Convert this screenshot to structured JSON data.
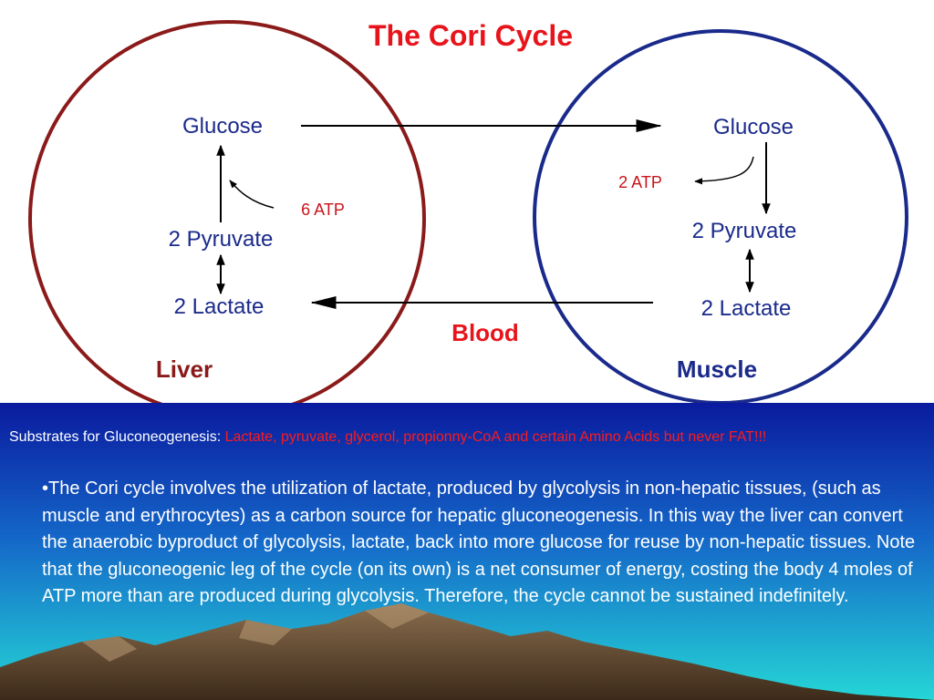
{
  "diagram": {
    "title": "The Cori Cycle",
    "liver": {
      "label": "Liver",
      "glucose": "Glucose",
      "atp": "6 ATP",
      "pyruvate": "2 Pyruvate",
      "lactate": "2 Lactate"
    },
    "muscle": {
      "label": "Muscle",
      "glucose": "Glucose",
      "atp": "2 ATP",
      "pyruvate": "2 Pyruvate",
      "lactate": "2 Lactate"
    },
    "blood_label": "Blood",
    "colors": {
      "title": "#e8141b",
      "blood": "#e8141b",
      "liver_circle": "#8b1a1a",
      "muscle_circle": "#1a2a8b",
      "metabolite_text": "#1a2a8b",
      "atp_text": "#c8141b",
      "organ_label": "#8b1a1a",
      "muscle_label": "#1a2a8b"
    }
  },
  "substrates": {
    "label": "Substrates for Gluconeogenesis: ",
    "value": "Lactate, pyruvate, glycerol, propionny-CoA and  certain Amino Acids but never FAT!!!"
  },
  "body": {
    "text": "•The Cori cycle involves the utilization of lactate, produced by glycolysis in non-hepatic tissues, (such as muscle and erythrocytes) as a carbon source for hepatic gluconeogenesis. In this way the liver can convert the anaerobic byproduct of glycolysis, lactate, back into more glucose for reuse by non-hepatic tissues. Note that the gluconeogenic leg of the cycle (on its own) is a net consumer of energy, costing the body 4 moles of ATP more than are produced during glycolysis. Therefore, the cycle cannot be sustained indefinitely."
  },
  "theme": {
    "sky_top": "#0a1a9e",
    "sky_bottom": "#25d6d6"
  }
}
